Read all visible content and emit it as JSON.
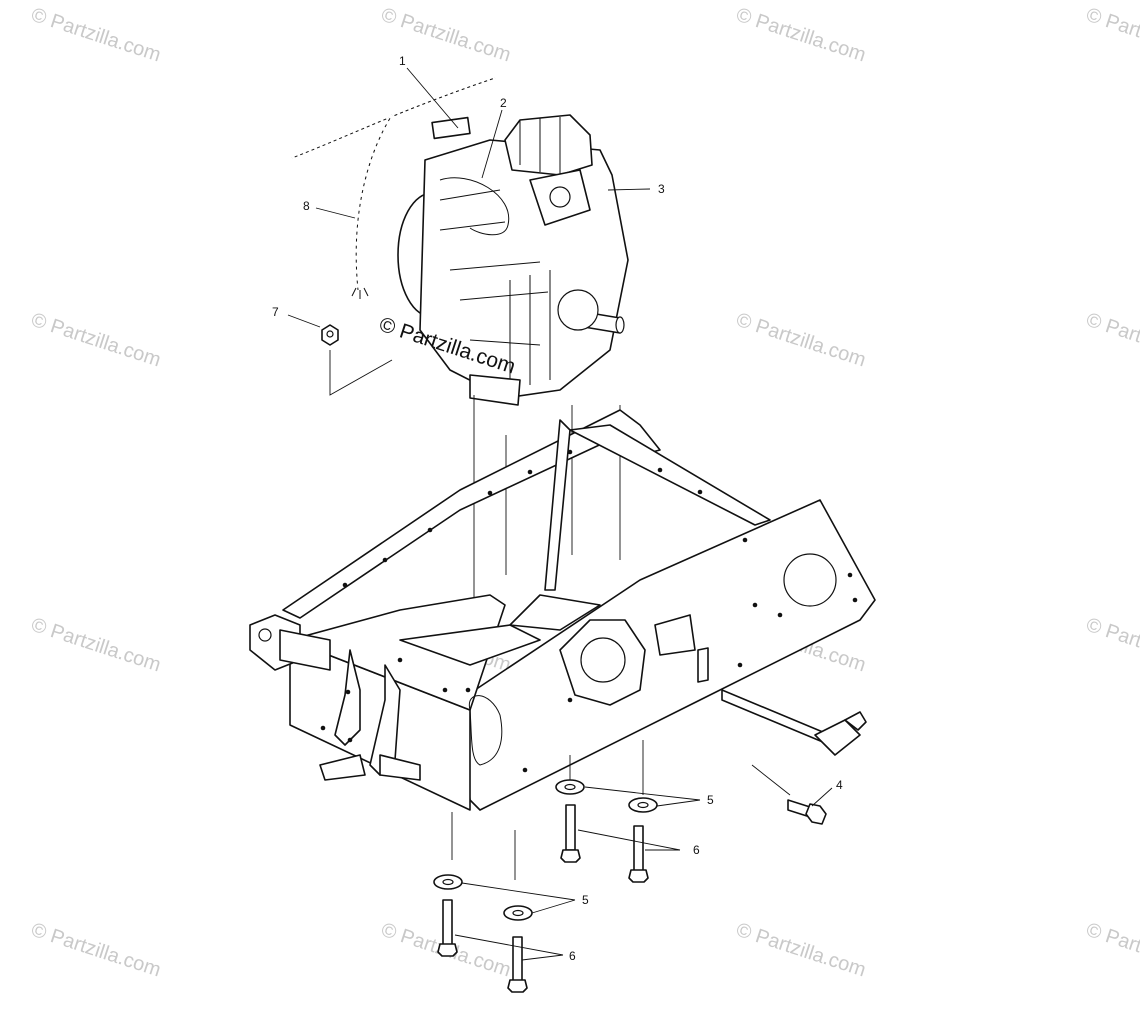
{
  "watermark": {
    "text": "© Partzilla.com",
    "center_text": "© Partzilla.com"
  },
  "callouts": {
    "c1": "1",
    "c2": "2",
    "c3": "3",
    "c4": "4",
    "c5a": "5",
    "c5b": "5",
    "c6a": "6",
    "c6b": "6",
    "c7": "7",
    "c8": "8"
  },
  "colors": {
    "line": "#111111",
    "watermark": "#c9c9c9",
    "background": "#ffffff"
  }
}
